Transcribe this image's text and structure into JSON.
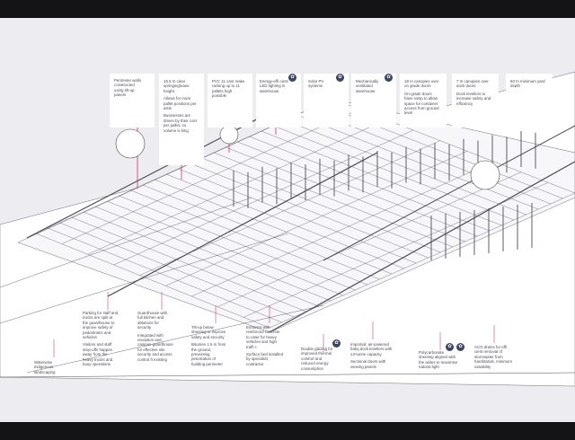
{
  "colors": {
    "background": "#141316",
    "canvas": "#ededf1",
    "callout_line": "#c6184b",
    "icon": "#3d4566",
    "structure": "#4a4a55"
  },
  "top_callouts": [
    {
      "lines": [
        "Perimeter walls constructed using tilt-up panels"
      ],
      "icon": null
    },
    {
      "lines": [
        "15.5 m clear springing/eave height",
        "Allows for more pallet positions per aisle",
        "Businesses are driven by their cost per pallet, so volume is king"
      ],
      "icon": null
    },
    {
      "lines": [
        "PVC 11 cam make racking up to 11 pallets high possible"
      ],
      "icon": null
    },
    {
      "lines": [
        "Energy-effi cient LED lighting in warehouse"
      ],
      "icon": "leaf-icon"
    },
    {
      "lines": [
        "Solar PV systems"
      ],
      "icon": "leaf-icon"
    },
    {
      "lines": [
        "Mechanically ventilated warehouse"
      ],
      "icon": "leaf-icon"
    },
    {
      "lines": [
        "18 m canopies over on grade doors",
        "On-grade doors have ramp to allow space for container access from ground level"
      ],
      "icon": null
    },
    {
      "lines": [
        "7 m canopies over dock doors",
        "Dock levellers to increase safety and efficiency"
      ],
      "icon": null
    },
    {
      "lines": [
        "60 m minimum yard depth"
      ],
      "icon": null
    }
  ],
  "bottom_callouts": [
    {
      "lines": [
        "Waterwise indigenous landscaping"
      ],
      "icon": null
    },
    {
      "lines": [
        "Parking for staff and trucks are split at the guardhouse to improve safety of pedestrians and vehicles",
        "Visitors and staff drop-offs happen away from the heavy trucks and busy operations"
      ],
      "icon": null
    },
    {
      "lines": [
        "Guardhouse with full kitchen and ablutions for security",
        "Integrated with reception and campus guardhouse for effective site security and access control ft existing"
      ],
      "icon": null
    },
    {
      "lines": [
        "Tilt-up below sheeting to improve safety and security",
        "Bitumen 1.5 m from the ground, preventing penetration of building perimeter"
      ],
      "icon": null
    },
    {
      "lines": [
        "Entrance with reinforced concrete to cater for heavy vehicles and high traffi c",
        "Surface bed installed by specialist contractor"
      ],
      "icon": null
    },
    {
      "lines": [
        "Double glazing for improved thermal comfort and reduced energy consumption"
      ],
      "icon": "leaf-icon"
    },
    {
      "lines": [
        "Imported, air-powered fiabq dock levellers with 13-tonne capacity",
        "Sectional doors with viewing panels"
      ],
      "icon": null
    },
    {
      "lines": [
        "Polycarbonate sheeting aligned with the aisles to maximise natural light"
      ],
      "icon": "leaf-icon"
    },
    {
      "lines": [
        "ACO drains for effi cient removal of stormwater from hardstands, minimum variability"
      ],
      "icon": "leaf-icon"
    }
  ]
}
